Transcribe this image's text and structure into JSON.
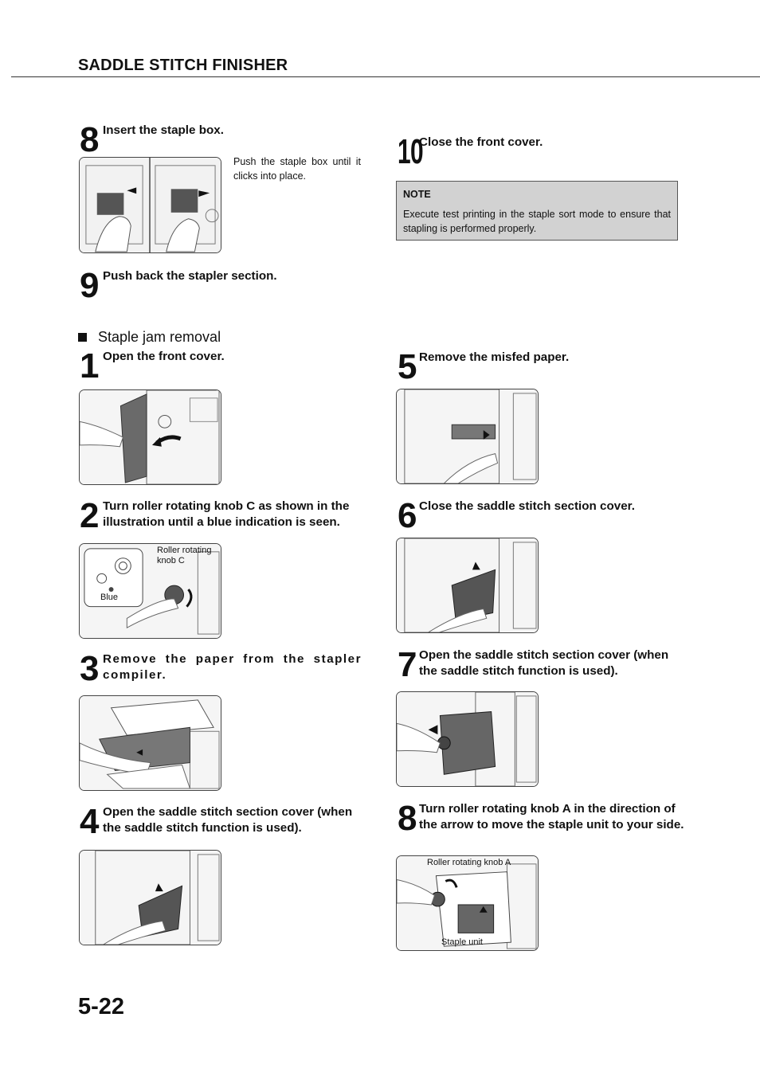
{
  "header": {
    "title": "SADDLE STITCH FINISHER"
  },
  "steps_top": [
    {
      "number": "8",
      "text": "Insert the staple box.",
      "caption": "Push the staple box until it clicks into place."
    },
    {
      "number": "9",
      "text": "Push back the stapler section."
    },
    {
      "number": "10",
      "text": "Close the front cover."
    }
  ],
  "note": {
    "title": "NOTE",
    "body": "Execute test printing in the staple sort mode to ensure that stapling is performed properly."
  },
  "section": {
    "title": "Staple jam removal"
  },
  "jam_steps": [
    {
      "number": "1",
      "text": "Open the front cover."
    },
    {
      "number": "2",
      "text": "Turn roller rotating knob C as shown in the illustration until a blue indication is seen.",
      "labels": [
        "Roller rotating knob C",
        "Blue"
      ]
    },
    {
      "number": "3",
      "text": "Remove the paper from the stapler compiler."
    },
    {
      "number": "4",
      "text": "Open the saddle stitch section cover (when the saddle stitch function is used)."
    },
    {
      "number": "5",
      "text": "Remove the misfed paper."
    },
    {
      "number": "6",
      "text": "Close the saddle stitch section cover."
    },
    {
      "number": "7",
      "text": "Open the saddle stitch section cover (when the saddle stitch function is used)."
    },
    {
      "number": "8",
      "text": "Turn roller rotating knob A in the direction of the arrow to move the staple unit to your side.",
      "labels": [
        "Roller rotating knob A",
        "Staple unit"
      ]
    }
  ],
  "footer": {
    "page_number": "5-22"
  }
}
